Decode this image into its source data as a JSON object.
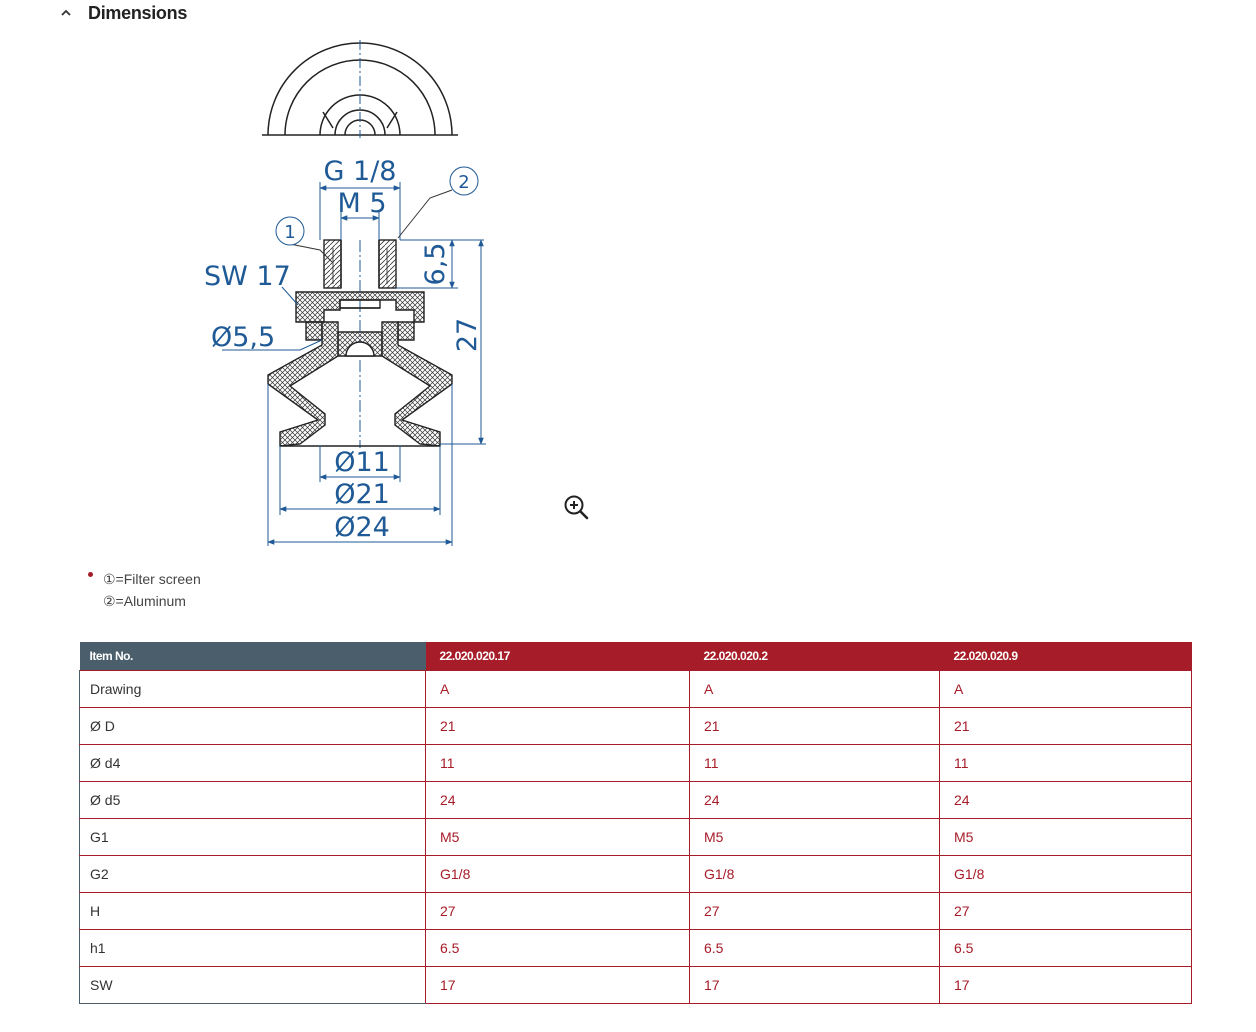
{
  "section": {
    "title": "Dimensions",
    "toggle_icon": "chevron-up-icon"
  },
  "drawing": {
    "labels": {
      "g18": "G 1/8",
      "m5": "M 5",
      "sw17": "SW 17",
      "d55": "Ø5,5",
      "h65": "6,5",
      "h27": "27",
      "d11": "Ø11",
      "d21": "Ø21",
      "d24": "Ø24",
      "callout1": "1",
      "callout2": "2"
    },
    "colors": {
      "dimension": "#1f5a96",
      "outline": "#222222"
    }
  },
  "zoom_icon": "zoom-in-icon",
  "notes": [
    "①=Filter screen",
    "②=Aluminum"
  ],
  "table": {
    "header_label": "Item No.",
    "items": [
      "22.020.020.17",
      "22.020.020.2",
      "22.020.020.9"
    ],
    "rows": [
      {
        "label": "Drawing",
        "values": [
          "A",
          "A",
          "A"
        ]
      },
      {
        "label": "Ø D",
        "values": [
          "21",
          "21",
          "21"
        ]
      },
      {
        "label": "Ø d4",
        "values": [
          "11",
          "11",
          "11"
        ]
      },
      {
        "label": "Ø d5",
        "values": [
          "24",
          "24",
          "24"
        ]
      },
      {
        "label": "G1",
        "values": [
          "M5",
          "M5",
          "M5"
        ]
      },
      {
        "label": "G2",
        "values": [
          "G1/8",
          "G1/8",
          "G1/8"
        ]
      },
      {
        "label": "H",
        "values": [
          "27",
          "27",
          "27"
        ]
      },
      {
        "label": "h1",
        "values": [
          "6.5",
          "6.5",
          "6.5"
        ]
      },
      {
        "label": "SW",
        "values": [
          "17",
          "17",
          "17"
        ]
      }
    ]
  },
  "colors": {
    "accent": "#a61c28",
    "header_dark": "#4b5e6b"
  }
}
